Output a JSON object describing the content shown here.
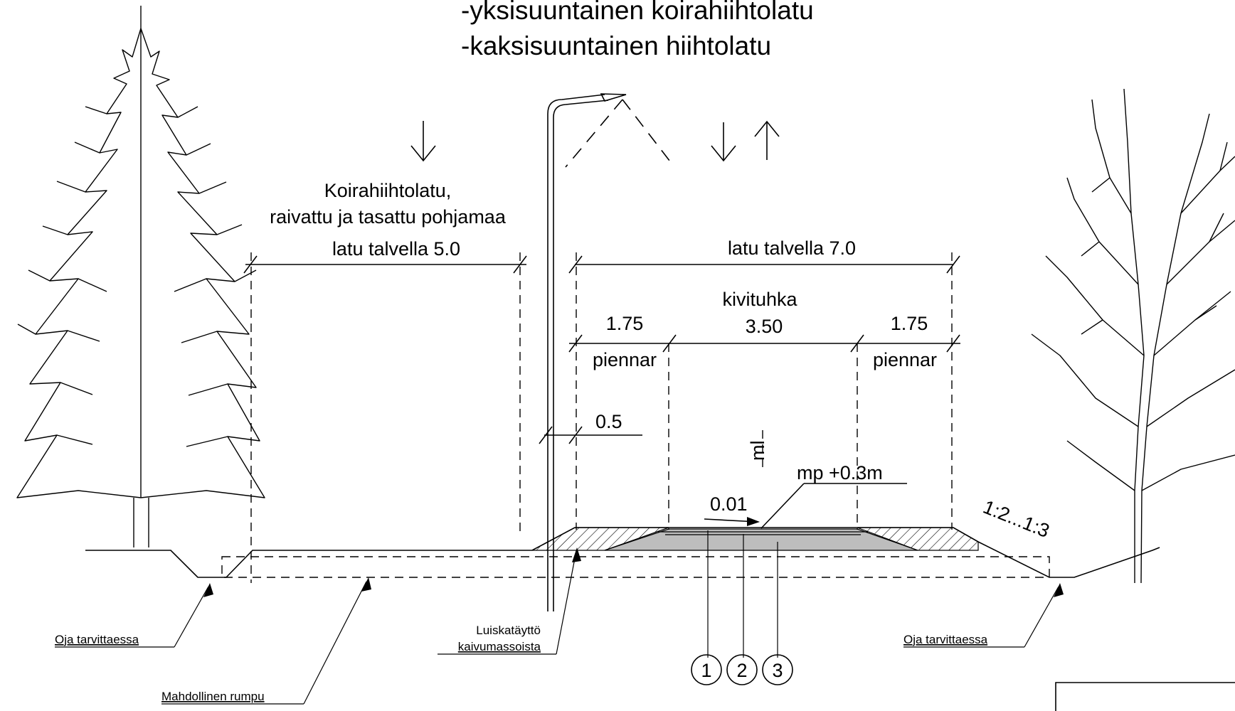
{
  "title": {
    "line1": "-yksisuuntainen koirahiihtolatu",
    "line2": "-kaksisuuntainen hiihtolatu"
  },
  "left_track": {
    "label_line1": "Koirahiihtolatu,",
    "label_line2": "raivattu ja tasattu pohjamaa",
    "dimension": "latu talvella 5.0"
  },
  "right_track": {
    "dimension": "latu talvella 7.0",
    "surface": "kivituhka",
    "shoulder_left_width": "1.75",
    "center_width": "3.50",
    "shoulder_right_width": "1.75",
    "shoulder_left_label": "piennar",
    "shoulder_right_label": "piennar",
    "offset": "0.5",
    "ml_label": "ml",
    "mp_label": "mp +0.3m",
    "crossfall": "0.01",
    "slope": "1:2...1:3"
  },
  "callouts": {
    "ditch_left": "Oja tarvittaessa",
    "ditch_right": "Oja tarvittaessa",
    "culvert": "Mahdollinen rumpu",
    "fill_line1": "Luiskatäyttö",
    "fill_line2": "kaivumassoista"
  },
  "layer_markers": [
    "1",
    "2",
    "3"
  ],
  "direction_arrows": {
    "left": "one-way-down",
    "right": "two-way"
  }
}
